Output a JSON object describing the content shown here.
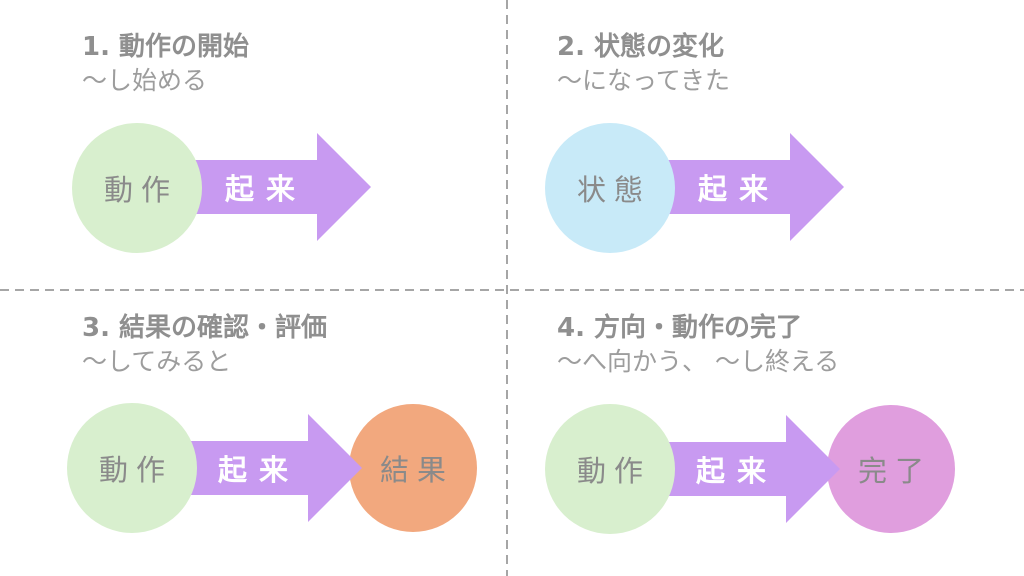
{
  "colors": {
    "background": "#ffffff",
    "title_text": "#8f8f8f",
    "subtitle_text": "#9d9d9d",
    "circle_text": "#8a8a8a",
    "arrow_fill": "#c89af1",
    "arrow_text": "#ffffff",
    "green_circle": "#d8efce",
    "blue_circle": "#c8eaf8",
    "orange_circle": "#f2a87e",
    "pink_circle": "#e09ede",
    "divider": "#a6a6a6"
  },
  "quadrants": [
    {
      "title": "1. 動作の開始",
      "subtitle": "〜し始める",
      "source_label": "動作",
      "source_color": "green",
      "arrow_label": "起来",
      "result_label": null
    },
    {
      "title": "2. 状態の変化",
      "subtitle": "〜になってきた",
      "source_label": "状態",
      "source_color": "blue",
      "arrow_label": "起来",
      "result_label": null
    },
    {
      "title": "3. 結果の確認・評価",
      "subtitle": "〜してみると",
      "source_label": "動作",
      "source_color": "green",
      "arrow_label": "起来",
      "result_label": "結果",
      "result_color": "orange"
    },
    {
      "title": "4. 方向・動作の完了",
      "subtitle": "〜へ向かう、 〜し終える",
      "source_label": "動作",
      "source_color": "green",
      "arrow_label": "起来",
      "result_label": "完了",
      "result_color": "pink"
    }
  ]
}
